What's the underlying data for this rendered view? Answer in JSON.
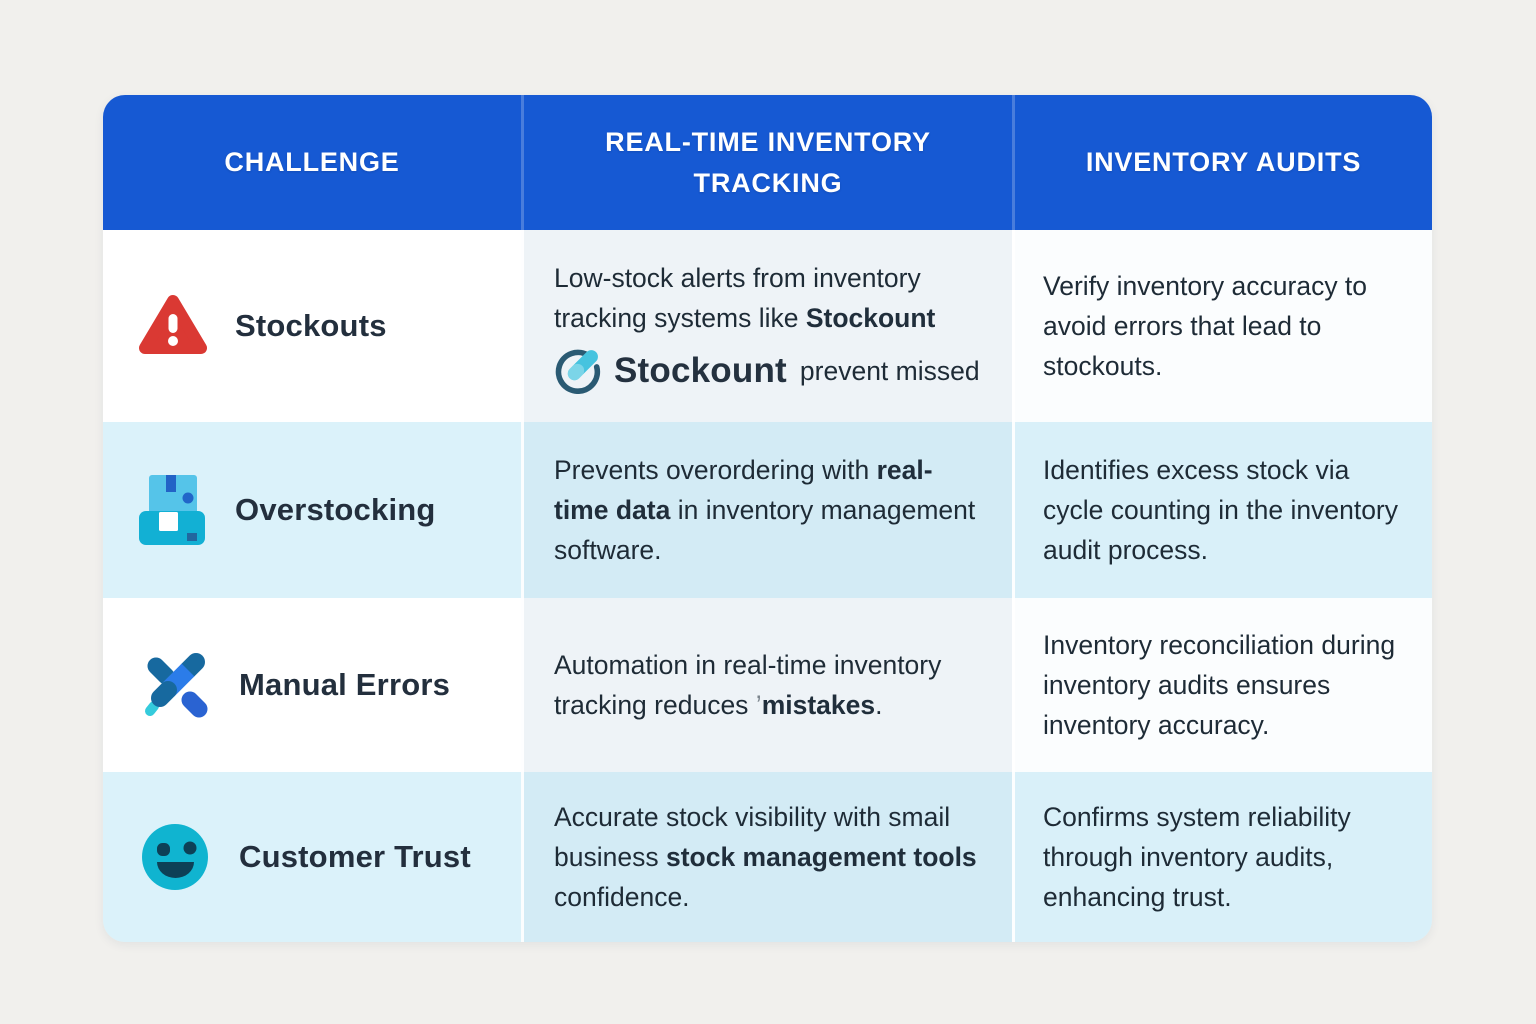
{
  "header": {
    "challenge": "CHALLENGE",
    "tracking": "REAL-TIME INVENTORY TRACKING",
    "audits": "INVENTORY AUDITS"
  },
  "rows": [
    {
      "icon": "warning-triangle-icon",
      "challenge": "Stockouts",
      "tracking": [
        {
          "text": "Low-stock alerts from inventory tracking systems like ",
          "bold": false
        },
        {
          "text": "Stockount",
          "bold": true
        }
      ],
      "logo_line": {
        "icon": "stockount-logo-icon",
        "wordmark": "Stockount",
        "after": "prevent missed"
      },
      "audits": [
        {
          "text": "Verify inventory accuracy to avoid errors that lead to stockouts.",
          "bold": false
        }
      ]
    },
    {
      "icon": "stacked-boxes-icon",
      "challenge": "Overstocking",
      "tracking": [
        {
          "text": "Prevents overordering with ",
          "bold": false
        },
        {
          "text": "real-time data",
          "bold": true
        },
        {
          "text": " in inventory management software.",
          "bold": false
        }
      ],
      "audits": [
        {
          "text": "Identifies excess stock via cycle counting in the inventory audit process.",
          "bold": false
        }
      ]
    },
    {
      "icon": "crossed-pencils-icon",
      "challenge": "Manual Errors",
      "tracking": [
        {
          "text": "Automation in real-time inventory tracking reduces ",
          "bold": false
        },
        {
          "text": "’",
          "bold": false,
          "faint": true
        },
        {
          "text": "mistakes",
          "bold": true
        },
        {
          "text": ".",
          "bold": false
        }
      ],
      "audits": [
        {
          "text": "Inventory reconciliation during inventory audits ensures inventory accuracy.",
          "bold": false
        }
      ]
    },
    {
      "icon": "smiley-face-icon",
      "challenge": "Customer Trust",
      "tracking": [
        {
          "text": "Accurate stock visibility with smail business ",
          "bold": false
        },
        {
          "text": "stock management tools",
          "bold": true
        },
        {
          "text": " confidence.",
          "bold": false
        }
      ],
      "audits": [
        {
          "text": "Confirms system reliability through inventory audits, enhancing trust.",
          "bold": false
        }
      ]
    }
  ],
  "colors": {
    "header_bg": "#1659d3",
    "row_highlight": "#d9f0f9",
    "row_tint": "#eef3f7",
    "page_bg": "#f1f0ed",
    "warning_red": "#da3933",
    "icon_teal": "#10b4d0",
    "icon_cyan": "#46c3df",
    "icon_blue": "#2b7ce9",
    "icon_dark_blue": "#17699f",
    "text_dark": "#1e2b36"
  }
}
